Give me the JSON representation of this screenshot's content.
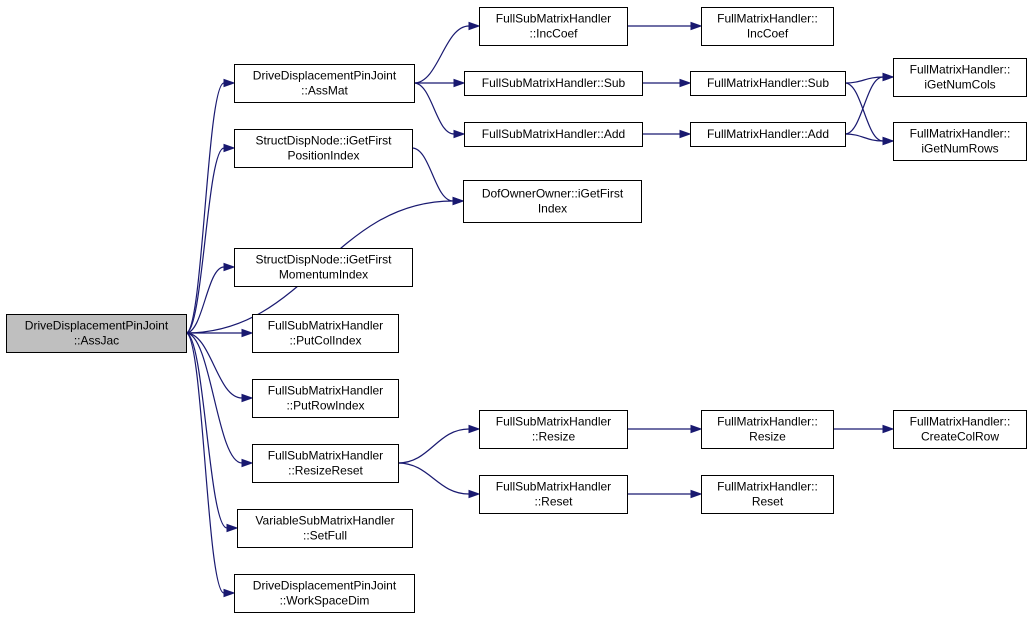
{
  "diagram": {
    "nodes": [
      {
        "id": "root",
        "lines": [
          "DriveDisplacementPinJoint",
          "::AssJac"
        ],
        "root": true
      },
      {
        "id": "assmat",
        "lines": [
          "DriveDisplacementPinJoint",
          "::AssMat"
        ]
      },
      {
        "id": "posidx",
        "lines": [
          "StructDispNode::iGetFirst",
          "PositionIndex"
        ]
      },
      {
        "id": "momidx",
        "lines": [
          "StructDispNode::iGetFirst",
          "MomentumIndex"
        ]
      },
      {
        "id": "putcol",
        "lines": [
          "FullSubMatrixHandler",
          "::PutColIndex"
        ]
      },
      {
        "id": "putrow",
        "lines": [
          "FullSubMatrixHandler",
          "::PutRowIndex"
        ]
      },
      {
        "id": "resizereset",
        "lines": [
          "FullSubMatrixHandler",
          "::ResizeReset"
        ]
      },
      {
        "id": "setfull",
        "lines": [
          "VariableSubMatrixHandler",
          "::SetFull"
        ]
      },
      {
        "id": "wsdim",
        "lines": [
          "DriveDisplacementPinJoint",
          "::WorkSpaceDim"
        ]
      },
      {
        "id": "fs_inc",
        "lines": [
          "FullSubMatrixHandler",
          "::IncCoef"
        ]
      },
      {
        "id": "fs_sub",
        "lines": [
          "FullSubMatrixHandler::Sub"
        ]
      },
      {
        "id": "fs_add",
        "lines": [
          "FullSubMatrixHandler::Add"
        ]
      },
      {
        "id": "dof",
        "lines": [
          "DofOwnerOwner::iGetFirst",
          "Index"
        ]
      },
      {
        "id": "fs_resize",
        "lines": [
          "FullSubMatrixHandler",
          "::Resize"
        ]
      },
      {
        "id": "fs_reset",
        "lines": [
          "FullSubMatrixHandler",
          "::Reset"
        ]
      },
      {
        "id": "fm_inc",
        "lines": [
          "FullMatrixHandler::",
          "IncCoef"
        ]
      },
      {
        "id": "fm_sub",
        "lines": [
          "FullMatrixHandler::Sub"
        ]
      },
      {
        "id": "fm_add",
        "lines": [
          "FullMatrixHandler::Add"
        ]
      },
      {
        "id": "fm_resize",
        "lines": [
          "FullMatrixHandler::",
          "Resize"
        ]
      },
      {
        "id": "fm_reset",
        "lines": [
          "FullMatrixHandler::",
          "Reset"
        ]
      },
      {
        "id": "cols",
        "lines": [
          "FullMatrixHandler::",
          "iGetNumCols"
        ]
      },
      {
        "id": "rows",
        "lines": [
          "FullMatrixHandler::",
          "iGetNumRows"
        ]
      },
      {
        "id": "colrow",
        "lines": [
          "FullMatrixHandler::",
          "CreateColRow"
        ]
      }
    ],
    "edges": [
      {
        "from": "root",
        "to": "assmat"
      },
      {
        "from": "root",
        "to": "posidx"
      },
      {
        "from": "root",
        "to": "dof"
      },
      {
        "from": "root",
        "to": "momidx"
      },
      {
        "from": "root",
        "to": "putcol"
      },
      {
        "from": "root",
        "to": "putrow"
      },
      {
        "from": "root",
        "to": "resizereset"
      },
      {
        "from": "root",
        "to": "setfull"
      },
      {
        "from": "root",
        "to": "wsdim"
      },
      {
        "from": "assmat",
        "to": "fs_inc"
      },
      {
        "from": "assmat",
        "to": "fs_sub"
      },
      {
        "from": "assmat",
        "to": "fs_add"
      },
      {
        "from": "posidx",
        "to": "dof"
      },
      {
        "from": "fs_inc",
        "to": "fm_inc"
      },
      {
        "from": "fs_sub",
        "to": "fm_sub"
      },
      {
        "from": "fs_add",
        "to": "fm_add"
      },
      {
        "from": "fm_sub",
        "to": "cols"
      },
      {
        "from": "fm_sub",
        "to": "rows"
      },
      {
        "from": "fm_add",
        "to": "cols"
      },
      {
        "from": "fm_add",
        "to": "rows"
      },
      {
        "from": "resizereset",
        "to": "fs_resize"
      },
      {
        "from": "resizereset",
        "to": "fs_reset"
      },
      {
        "from": "fs_resize",
        "to": "fm_resize"
      },
      {
        "from": "fs_reset",
        "to": "fm_reset"
      },
      {
        "from": "fm_resize",
        "to": "colrow"
      }
    ]
  }
}
